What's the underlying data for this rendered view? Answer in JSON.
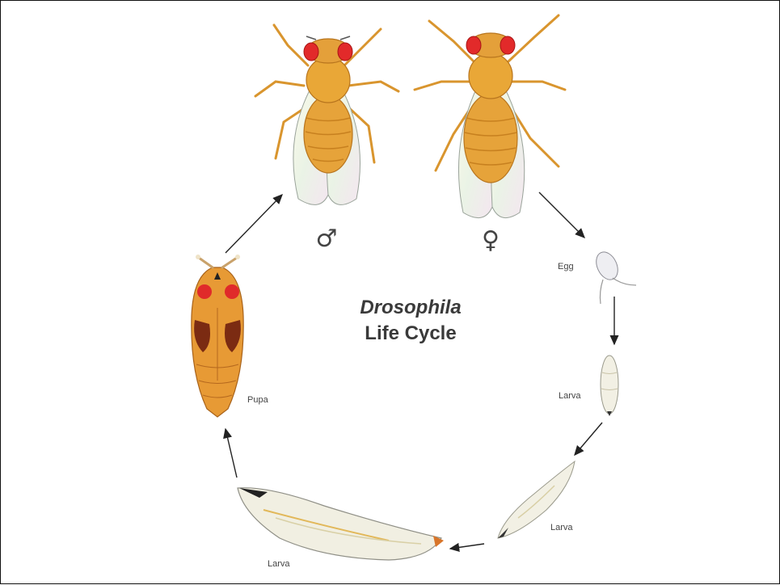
{
  "title": {
    "line1": "Drosophila",
    "line2": "Life Cycle"
  },
  "stages": {
    "male_symbol": "♂",
    "female_symbol": "♀",
    "egg": "Egg",
    "larva_1": "Larva",
    "larva_2": "Larva",
    "larva_3": "Larva",
    "pupa": "Pupa"
  },
  "colors": {
    "fly_body": "#e8a232",
    "fly_eye": "#e0282a",
    "wing": "#f4f4e8",
    "pupa_body": "#e79a35",
    "pupa_dark": "#7a2a12",
    "larva": "#f1efe2",
    "arrow": "#222222"
  }
}
